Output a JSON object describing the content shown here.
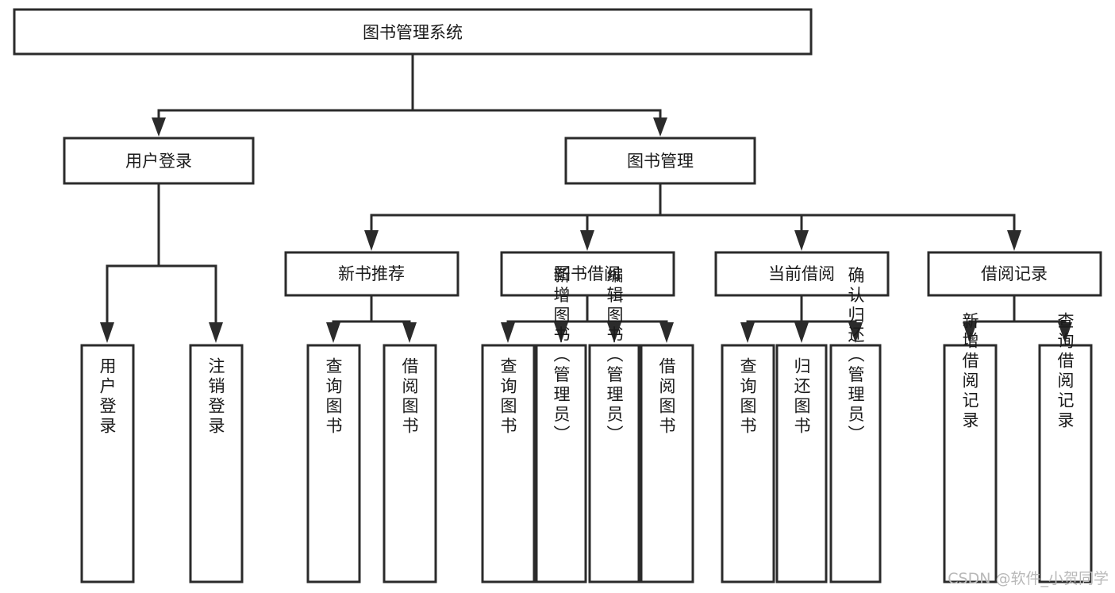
{
  "diagram": {
    "type": "tree",
    "title": "图书管理系统",
    "watermark": "CSDN @软件_小贺同学",
    "colors": {
      "box_fill": "#ffffff",
      "box_stroke": "#2b2b2b",
      "connector": "#2b2b2b",
      "text": "#1a1a1a",
      "watermark": "#b9b9b9",
      "background": "#ffffff"
    },
    "nodes": {
      "root": {
        "label": "图书管理系统"
      },
      "level1": [
        {
          "id": "user-login",
          "label": "用户登录"
        },
        {
          "id": "book-manage",
          "label": "图书管理"
        }
      ],
      "level2": [
        {
          "id": "new-book-recommend",
          "label": "新书推荐",
          "parent": "book-manage"
        },
        {
          "id": "book-borrow",
          "label": "图书借阅",
          "parent": "book-manage"
        },
        {
          "id": "current-borrow",
          "label": "当前借阅",
          "parent": "book-manage"
        },
        {
          "id": "borrow-record",
          "label": "借阅记录",
          "parent": "book-manage"
        }
      ],
      "leaves": {
        "user-login": [
          {
            "id": "leaf-user-login",
            "label": "用户登录"
          },
          {
            "id": "leaf-logout-login",
            "label": "注销登录"
          }
        ],
        "new-book-recommend": [
          {
            "id": "leaf-query-book-1",
            "label": "查询图书"
          },
          {
            "id": "leaf-borrow-book-1",
            "label": "借阅图书"
          }
        ],
        "book-borrow": [
          {
            "id": "leaf-query-book-2",
            "label": "查询图书"
          },
          {
            "id": "leaf-add-book",
            "label": "新增图书（管理员）"
          },
          {
            "id": "leaf-edit-book",
            "label": "编辑图书（管理员）"
          },
          {
            "id": "leaf-borrow-book-2",
            "label": "借阅图书"
          }
        ],
        "current-borrow": [
          {
            "id": "leaf-query-book-3",
            "label": "查询图书"
          },
          {
            "id": "leaf-return-book",
            "label": "归还图书"
          },
          {
            "id": "leaf-confirm-return",
            "label": "确认归还（管理员）"
          }
        ],
        "borrow-record": [
          {
            "id": "leaf-add-record",
            "label": "新增借阅记录"
          },
          {
            "id": "leaf-query-record",
            "label": "查询借阅记录"
          }
        ]
      }
    }
  }
}
